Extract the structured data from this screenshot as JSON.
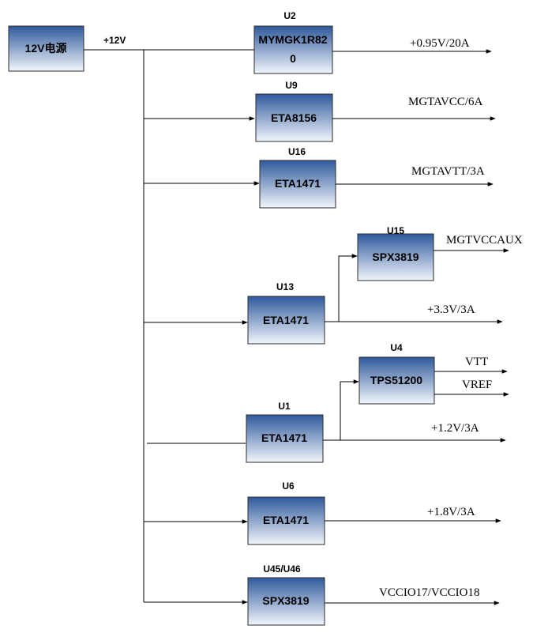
{
  "source": {
    "label": "12V电源"
  },
  "bus": {
    "label": "+12V"
  },
  "chips": {
    "u2": {
      "ref": "U2",
      "line1": "MYMGK1R82",
      "line2": "0",
      "output": "+0.95V/20A"
    },
    "u9": {
      "ref": "U9",
      "name": "ETA8156",
      "output": "MGTAVCC/6A"
    },
    "u16": {
      "ref": "U16",
      "name": "ETA1471",
      "output": "MGTAVTT/3A"
    },
    "u15": {
      "ref": "U15",
      "name": "SPX3819",
      "output": "MGTVCCAUX"
    },
    "u13": {
      "ref": "U13",
      "name": "ETA1471",
      "output": "+3.3V/3A"
    },
    "u4": {
      "ref": "U4",
      "name": "TPS51200",
      "output_vtt": "VTT",
      "output_vref": "VREF"
    },
    "u1": {
      "ref": "U1",
      "name": "ETA1471",
      "output": "+1.2V/3A"
    },
    "u6": {
      "ref": "U6",
      "name": "ETA1471",
      "output": "+1.8V/3A"
    },
    "u45": {
      "ref": "U45/U46",
      "name": "SPX3819",
      "output": "VCCIO17/VCCIO18"
    }
  },
  "colors": {
    "box_top": "#f2f6fc",
    "box_bottom": "#2f5a9c",
    "wire": "#000000"
  }
}
